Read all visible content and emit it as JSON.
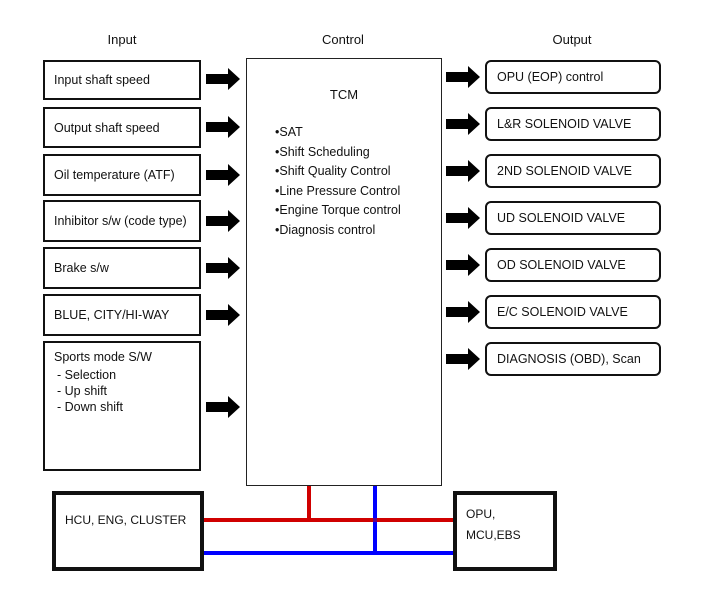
{
  "headers": {
    "input": "Input",
    "control": "Control",
    "output": "Output"
  },
  "inputs": [
    {
      "label": "Input shaft speed"
    },
    {
      "label": "Output shaft speed"
    },
    {
      "label": "Oil temperature (ATF)"
    },
    {
      "label": "Inhibitor s/w (code type)"
    },
    {
      "label": "Brake s/w"
    },
    {
      "label": "BLUE, CITY/HI-WAY"
    }
  ],
  "sports_mode": {
    "title": "Sports mode S/W",
    "items": [
      "- Selection",
      "- Up shift",
      "- Down shift"
    ]
  },
  "tcm": {
    "title": "TCM",
    "functions": [
      "SAT",
      "Shift Scheduling",
      "Shift Quality Control",
      "Line Pressure Control",
      "Engine Torque control",
      "Diagnosis control"
    ]
  },
  "outputs": [
    {
      "label": "OPU (EOP) control"
    },
    {
      "label": "L&R SOLENOID VALVE"
    },
    {
      "label": "2ND SOLENOID VALVE"
    },
    {
      "label": "UD SOLENOID VALVE"
    },
    {
      "label": "OD SOLENOID VALVE"
    },
    {
      "label": "E/C SOLENOID VALVE"
    },
    {
      "label": "DIAGNOSIS (OBD), Scan"
    }
  ],
  "network": {
    "left_node": "HCU, ENG, CLUSTER",
    "right_node_line1": "OPU,",
    "right_node_line2": "MCU,EBS",
    "bus_colors": {
      "high": "#d00000",
      "low": "#0000ff"
    }
  }
}
